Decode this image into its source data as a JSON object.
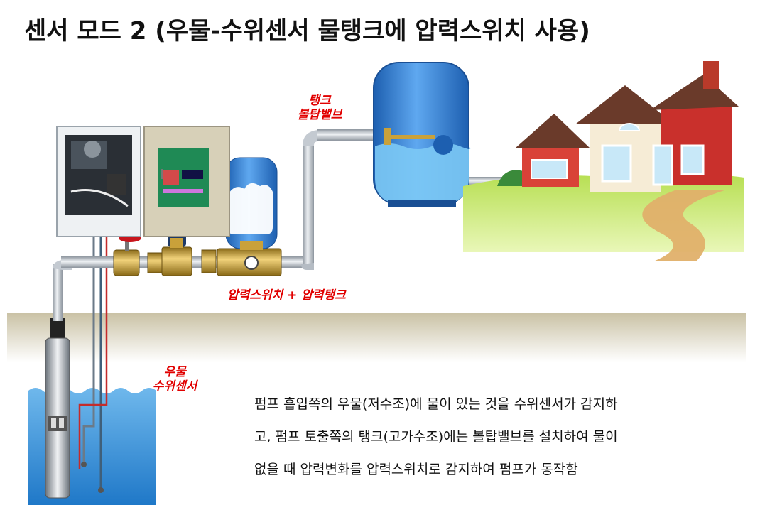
{
  "title": "센서 모드 2 (우물-수위센서 물탱크에 압력스위치 사용)",
  "labels": {
    "tank_valve": [
      "탱크",
      "볼탑밸브"
    ],
    "pressure": "압력스위치 + 압력탱크",
    "well_sensor": [
      "우물",
      "수위센서"
    ]
  },
  "description": [
    "펌프 흡입쪽의 우물(저수조)에 물이 있는 것을 수위센서가 감지하",
    "고, 펌프 토출쪽의 탱크(고가수조)에는 볼탑밸브를 설치하여 물이",
    "없을 때 압력변화를 압력스위치로 감지하여 펌프가 동작함"
  ],
  "colors": {
    "label_red": "#e10000",
    "pipe": "#b9c0c8",
    "brass": "#c9a13a",
    "water": "#3aa0e0",
    "tank_blue": "#2f7fd6",
    "ground": "#cfc7ad",
    "grass": "#c8e86a",
    "house_red": "#c9302c",
    "roof": "#6a3a2a"
  }
}
